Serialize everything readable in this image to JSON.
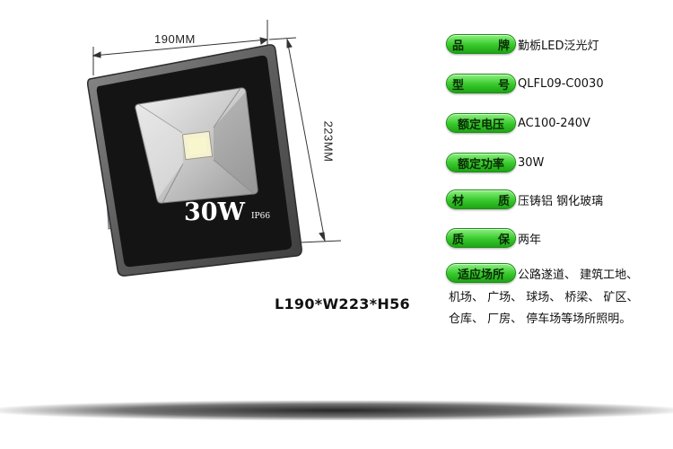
{
  "dimensions": {
    "width_label": "190MM",
    "height_label": "223MM",
    "overall": "L190*W223*H56"
  },
  "lamp": {
    "wattage": "30W",
    "rating": "IP66"
  },
  "specs": [
    {
      "label_chars": [
        "品",
        "牌"
      ],
      "value": "勤栃LED泛光灯"
    },
    {
      "label_chars": [
        "型",
        "号"
      ],
      "value": "QLFL09-C0030"
    },
    {
      "label_chars": [
        "额定电压"
      ],
      "value": "AC100-240V"
    },
    {
      "label_chars": [
        "额定功率"
      ],
      "value": "30W"
    },
    {
      "label_chars": [
        "材",
        "质"
      ],
      "value": "压铸铝 钢化玻璃"
    },
    {
      "label_chars": [
        "质",
        "保"
      ],
      "value": "两年"
    },
    {
      "label_chars": [
        "适应场所"
      ],
      "value": "公路遂道、 建筑工地、"
    }
  ],
  "applications_continued": [
    "机场、 广场、 球场、 桥梁、 矿区、",
    "仓库、 厂房、 停车场等场所照明。"
  ],
  "colors": {
    "pill": "#37c92b",
    "housing": "#1a1a1a",
    "frame": "#6d6d6d"
  }
}
